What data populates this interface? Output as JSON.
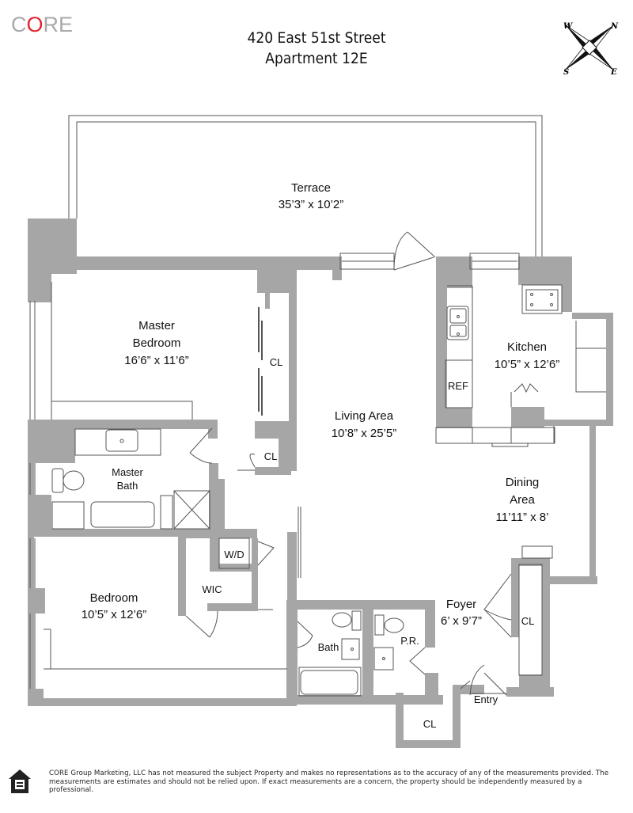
{
  "header": {
    "logo_prefix": "C",
    "logo_accent": "O",
    "logo_suffix": "RE",
    "address_line1": "420 East 51st Street",
    "address_line2": "Apartment 12E"
  },
  "compass": {
    "icon": "compass-rose-icon",
    "north": "N",
    "south": "S",
    "east": "E",
    "west": "W"
  },
  "rooms": {
    "terrace": {
      "name": "Terrace",
      "size": "35’3” x 10’2”"
    },
    "master_bedroom": {
      "name_line1": "Master",
      "name_line2": "Bedroom",
      "size": "16’6” x 11’6”"
    },
    "master_closet": {
      "name": "CL"
    },
    "living_area": {
      "name": "Living Area",
      "size": "10’8” x 25’5”"
    },
    "kitchen": {
      "name": "Kitchen",
      "size": "10’5” x 12’6”",
      "ref": "REF"
    },
    "hall_closet": {
      "name": "CL"
    },
    "master_bath": {
      "name_line1": "Master",
      "name_line2": "Bath"
    },
    "dining_area": {
      "name_line1": "Dining",
      "name_line2": "Area",
      "size": "11’11” x 8’"
    },
    "washer_dryer": {
      "name": "W/D"
    },
    "wic": {
      "name": "WIC"
    },
    "bedroom": {
      "name": "Bedroom",
      "size": "10’5” x 12’6”"
    },
    "foyer": {
      "name": "Foyer",
      "size": "6’ x 9’7”"
    },
    "foyer_closet": {
      "name": "CL"
    },
    "bath": {
      "name": "Bath"
    },
    "powder_room": {
      "name": "P.R."
    },
    "entry": {
      "name": "Entry"
    },
    "entry_closet": {
      "name": "CL"
    }
  },
  "colors": {
    "wall": "#a6a6a6",
    "line": "#555555",
    "logo_gray": "#a7a9ab",
    "logo_red": "#e2262e"
  },
  "footer": {
    "icon": "equal-housing-opportunity-icon",
    "disclaimer": "CORE Group Marketing, LLC has not measured the subject Property and makes no representations as to the accuracy of any of the measurements provided. The measurements are estimates and should not be relied upon. If exact measurements are a concern, the property should be independently measured by a professional."
  }
}
